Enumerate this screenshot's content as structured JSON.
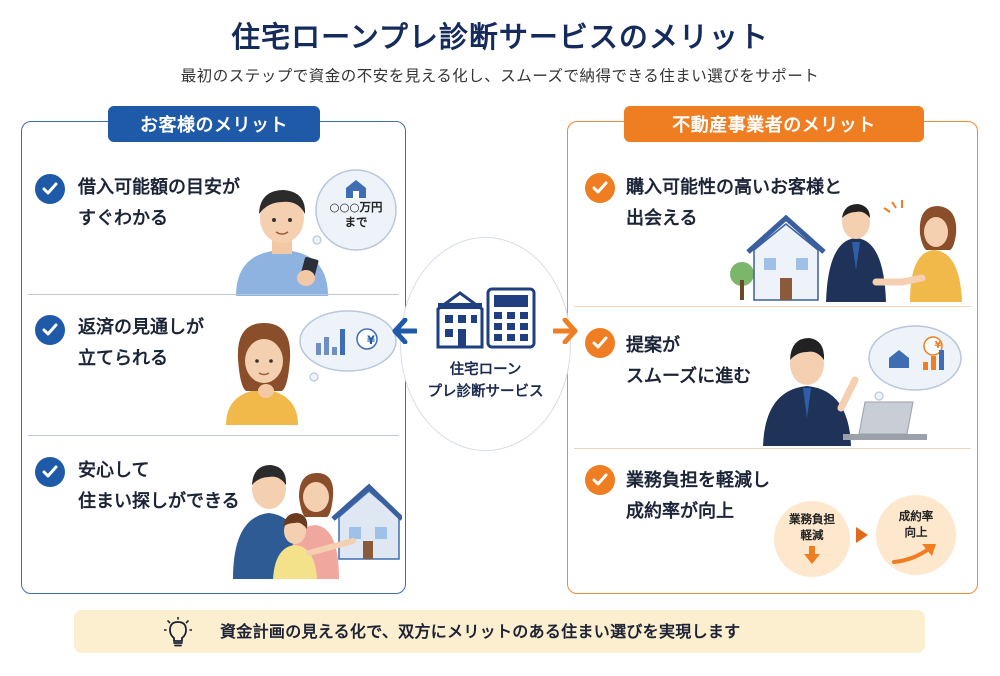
{
  "header": {
    "title": "住宅ローンプレ診断サービスのメリット",
    "subtitle": "最初のステップで資金の不安を見える化し、スムーズで納得できる住まい選びをサポート"
  },
  "customer": {
    "heading": "お客様のメリット",
    "items": [
      {
        "line1": "借入可能額の目安が",
        "line2": "すぐわかる",
        "bubble_line1": "○○○万円",
        "bubble_line2": "まで"
      },
      {
        "line1": "返済の見通しが",
        "line2": "立てられる",
        "bubble_symbol": "¥"
      },
      {
        "line1": "安心して",
        "line2": "住まい探しができる"
      }
    ]
  },
  "center": {
    "line1": "住宅ローン",
    "line2": "プレ診断サービス"
  },
  "business": {
    "heading": "不動産事業者のメリット",
    "items": [
      {
        "line1": "購入可能性の高いお客様と",
        "line2": "出会える"
      },
      {
        "line1": "提案が",
        "line2": "スムーズに進む",
        "bubble_symbol": "¥"
      },
      {
        "line1": "業務負担を軽減し",
        "line2": "成約率が向上"
      }
    ],
    "flow": {
      "from_line1": "業務負担",
      "from_line2": "軽減",
      "to_line1": "成約率",
      "to_line2": "向上"
    }
  },
  "footer": {
    "message": "資金計画の見える化で、双方にメリットのある住まい選びを実現します"
  },
  "colors": {
    "navy": "#1f5aa9",
    "orange": "#ef7d22",
    "footer_bg": "#fbefcf"
  }
}
